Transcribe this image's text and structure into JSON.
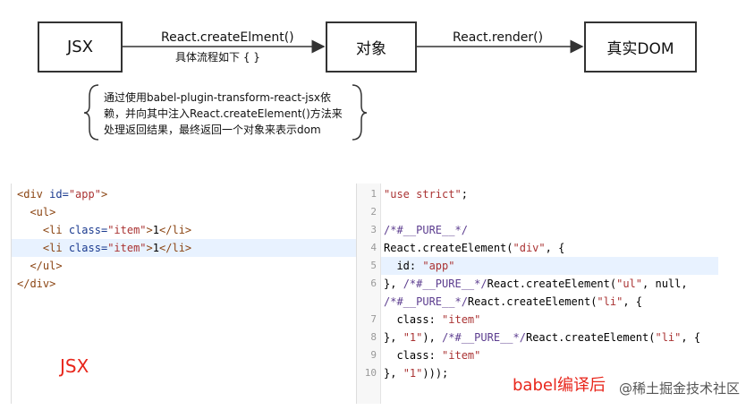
{
  "diagram": {
    "box_jsx": "JSX",
    "box_object": "对象",
    "box_dom": "真实DOM",
    "arrow1_label": "React.createElment()",
    "arrow1_sublabel": "具体流程如下 {  }",
    "arrow2_label": "React.render()",
    "brace_note_lines": [
      "通过使用babel-plugin-transform-react-jsx依",
      "赖，并向其中注入React.createElement()方法来",
      "处理返回结果，最终返回一个对象来表示dom"
    ]
  },
  "left_code": {
    "lines": [
      "<div id=\"app\">",
      "  <ul>",
      "    <li class=\"item\">1</li>",
      "    <li class=\"item\">1</li>",
      "  </ul>",
      "</div>"
    ],
    "highlight_line": 4,
    "caption": "JSX"
  },
  "right_code": {
    "line_numbers": [
      "1",
      "2",
      "3",
      "4",
      "5",
      "6",
      "7",
      "8",
      "9",
      "10"
    ],
    "lines": [
      "\"use strict\";",
      "",
      "/*#__PURE__*/",
      "React.createElement(\"div\", {",
      "  id: \"app\"",
      "}, /*#__PURE__*/React.createElement(\"ul\", null,",
      "/*#__PURE__*/React.createElement(\"li\", {",
      "  class: \"item\"",
      "}, \"1\"), /*#__PURE__*/React.createElement(\"li\", {",
      "  class: \"item\"",
      "}, \"1\")));"
    ],
    "highlight_line": 5,
    "caption": "babel编译后"
  },
  "watermark": "@稀土掘金技术社区",
  "colors": {
    "caption": "#e8261b",
    "highlight": "#e8f2ff",
    "box_border": "#333333"
  }
}
